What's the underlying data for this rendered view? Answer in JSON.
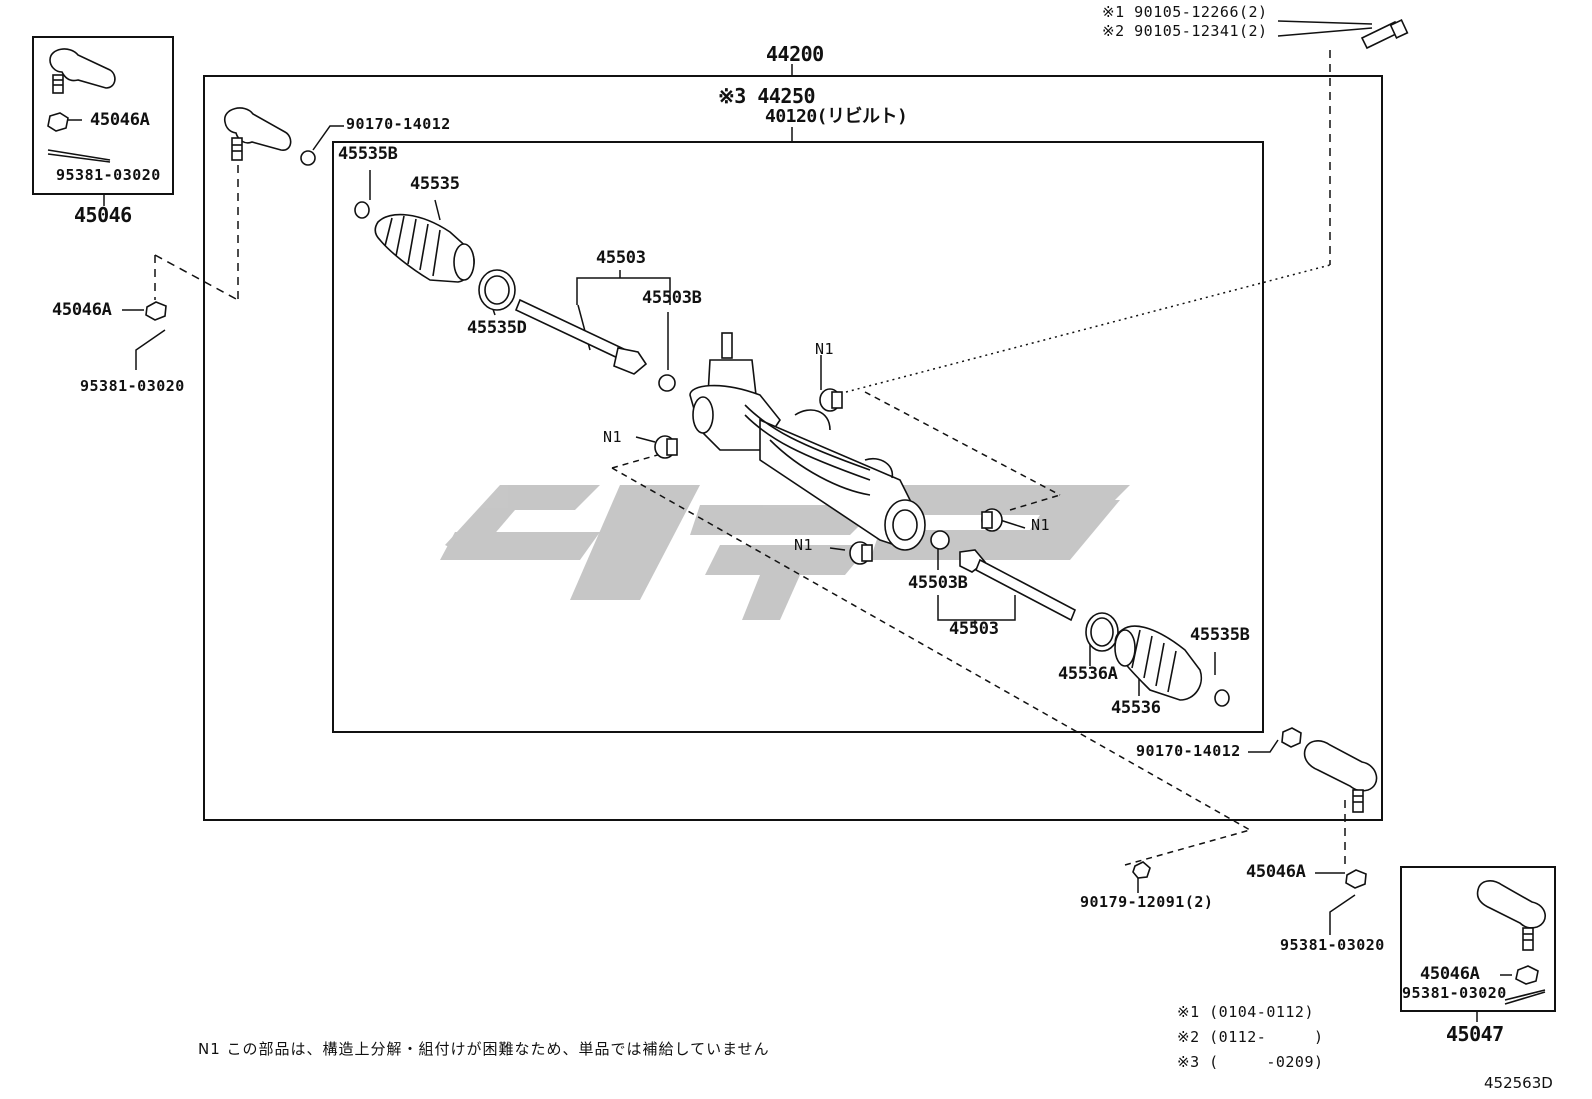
{
  "labels": {
    "assy": "44200",
    "rack_assy_3": "※3 44250",
    "rebuilt": "40120(リビルト)",
    "bolt1": "※1 90105-12266(2)",
    "bolt2": "※2 90105-12341(2)",
    "tie_end_l": "45046",
    "tie_end_r": "45047",
    "nut_a": "45046A",
    "nut_b": "45046A",
    "nut_c": "45046A",
    "nut_d": "45046A",
    "pin_a": "95381-03020",
    "pin_b": "95381-03020",
    "pin_c": "95381-03020",
    "pin_d": "95381-03020",
    "locknut_l": "90170-14012",
    "locknut_r": "90170-14012",
    "clip_l": "45535B",
    "clip_r": "45535B",
    "boot_l": "45535",
    "boot_r": "45536",
    "clamp_l": "45535D",
    "clamp_r": "45536A",
    "rod_l": "45503",
    "rod_r": "45503",
    "washer_l": "45503B",
    "washer_r": "45503B",
    "n1_a": "N1",
    "n1_b": "N1",
    "n1_c": "N1",
    "n1_d": "N1",
    "grommet": "90179-12091(2)"
  },
  "notes": {
    "n1_note": "N1 この部品は、構造上分解・組付けが困難なため、単品では補給していません",
    "date1": "※1 (0104-0112)",
    "date2": "※2 (0112-     )",
    "date3": "※3 (     -0209)",
    "diagram_id": "452563D"
  },
  "colors": {
    "line": "#111111",
    "watermark": "#c4c4c4",
    "background": "#ffffff"
  }
}
